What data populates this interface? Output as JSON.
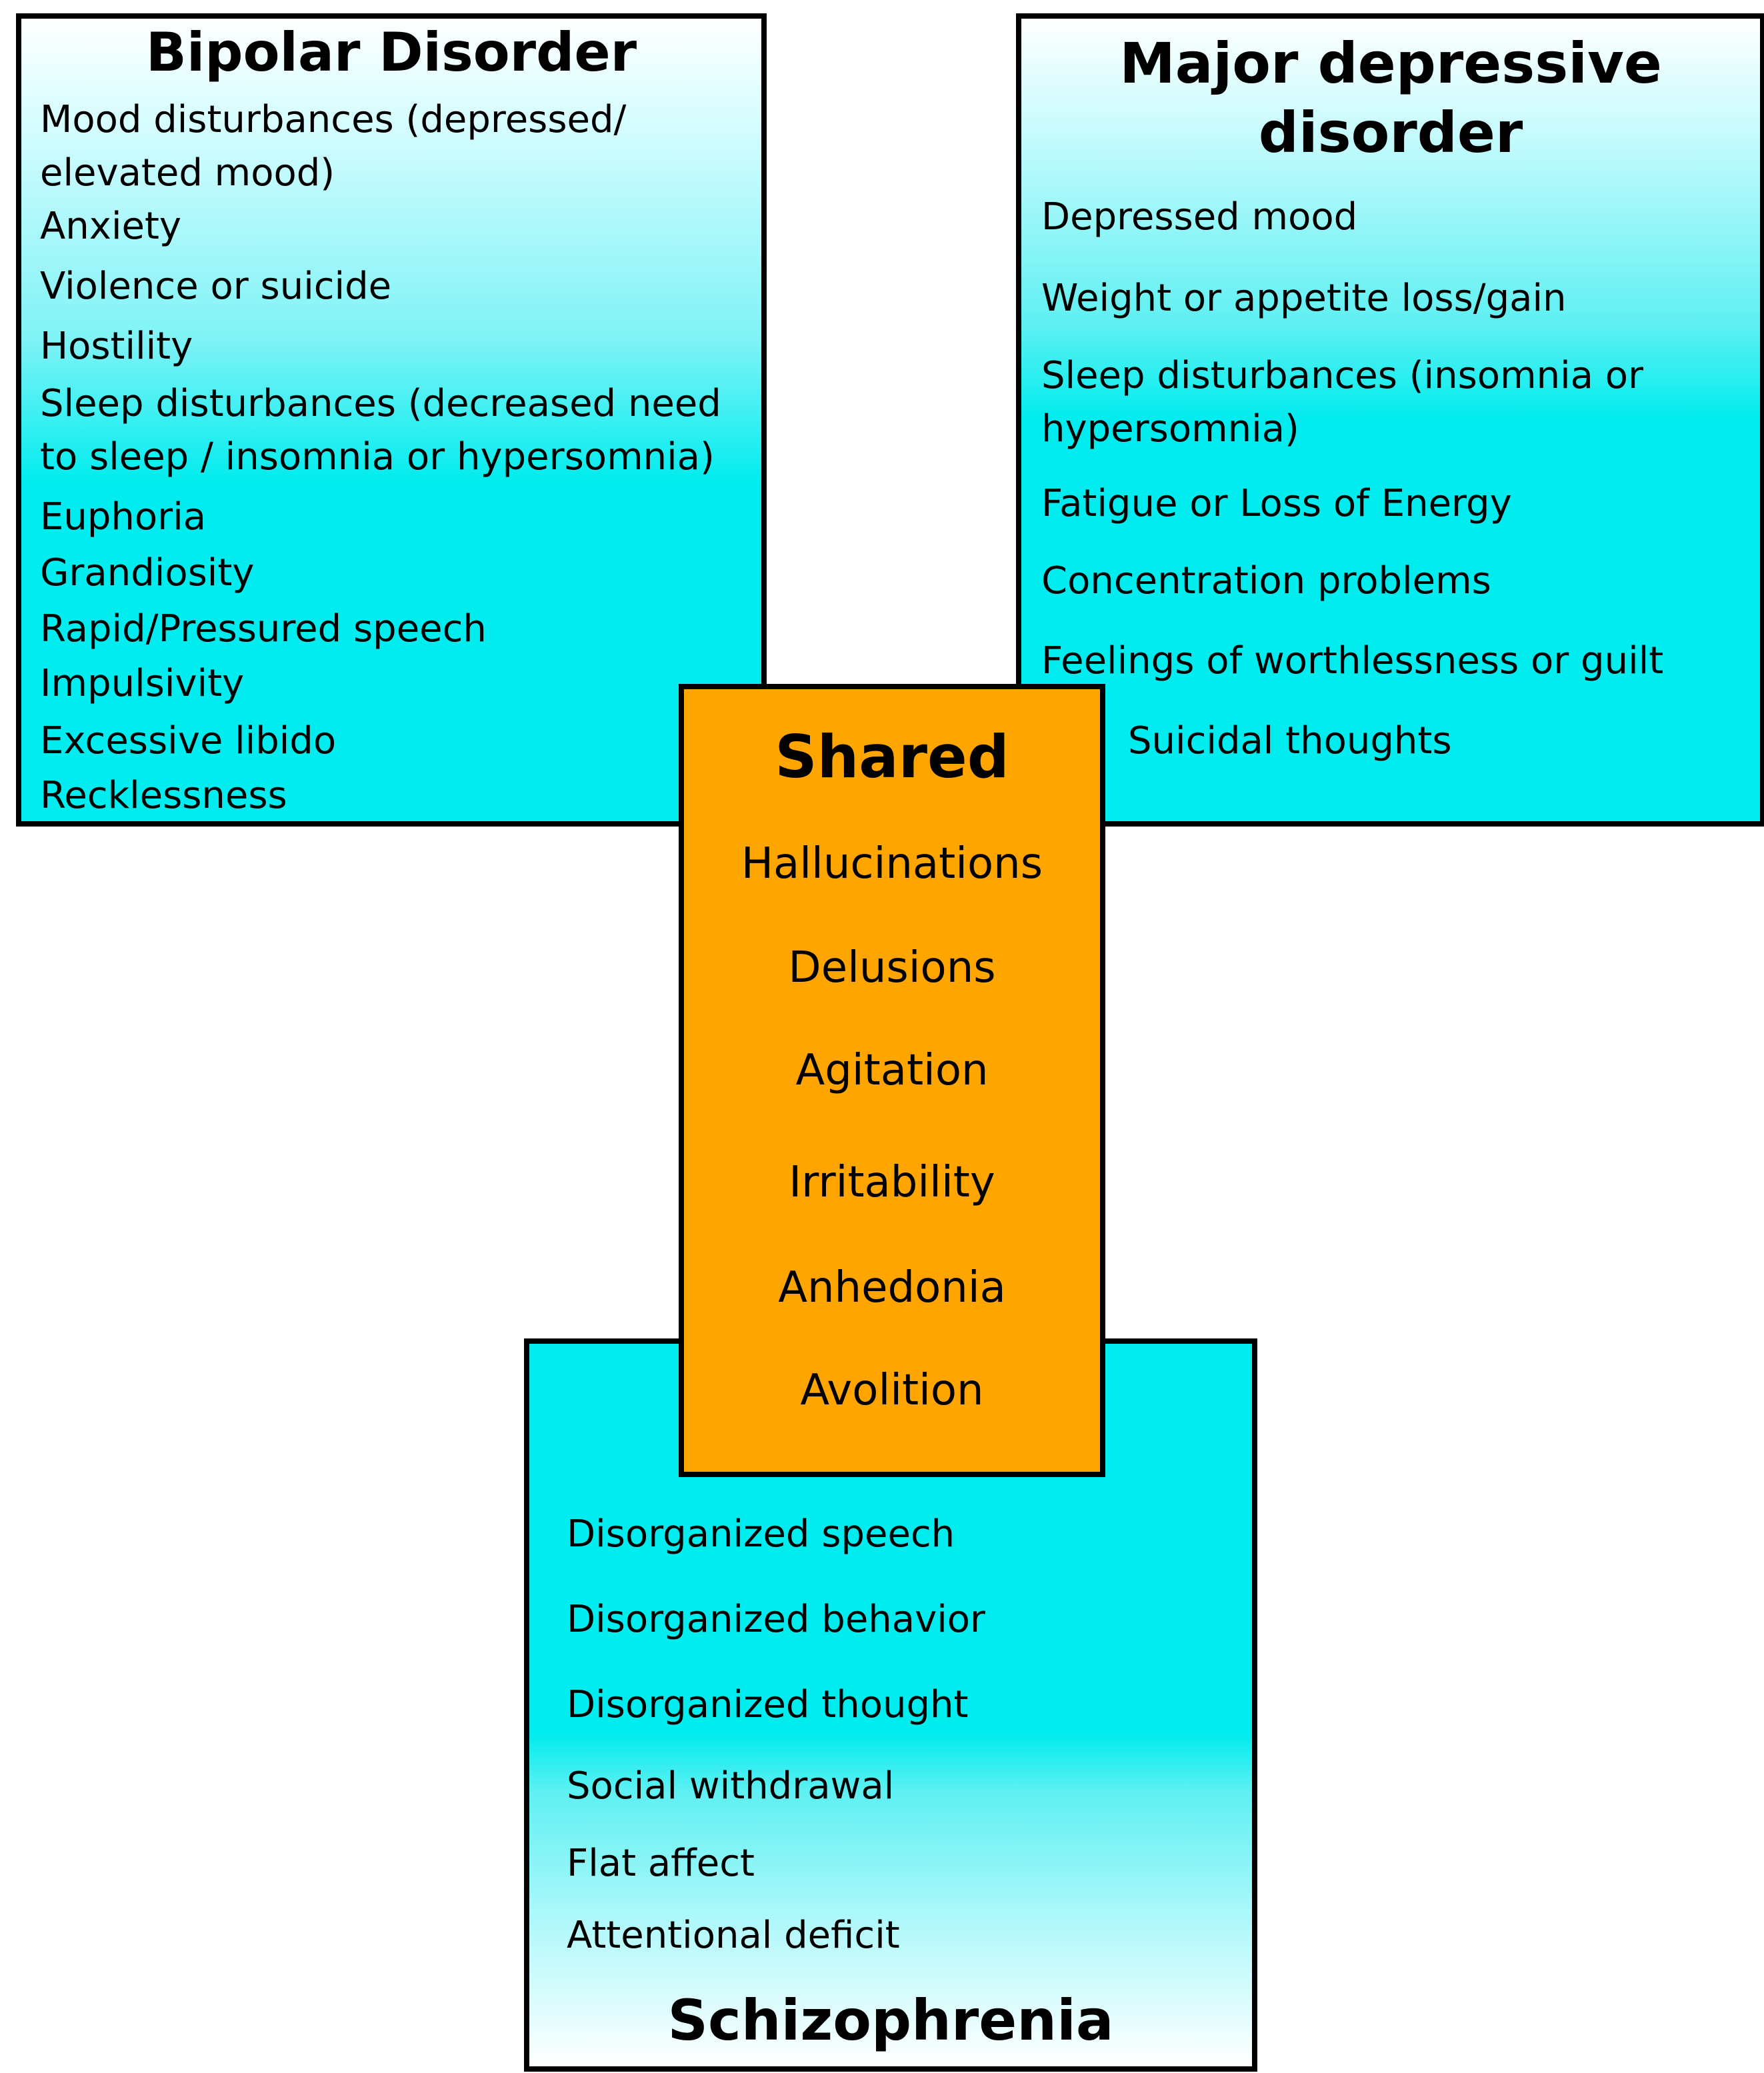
{
  "bipolar": {
    "title": "Bipolar Disorder",
    "items": [
      "Mood disturbances (depressed/",
      "elevated mood)",
      "Anxiety",
      "Violence or suicide",
      "Hostility",
      "Sleep disturbances (decreased need",
      "to sleep / insomnia or hypersomnia)",
      "Euphoria",
      "Grandiosity",
      "Rapid/Pressured speech",
      "Impulsivity",
      "Excessive libido",
      "Recklessness"
    ]
  },
  "mdd": {
    "title_line1": "Major depressive",
    "title_line2": "disorder",
    "items": [
      "Depressed mood",
      "Weight or appetite loss/gain",
      "Sleep disturbances (insomnia or",
      "hypersomnia)",
      "Fatigue or Loss of Energy",
      "Concentration problems",
      "Feelings of worthlessness or guilt",
      "Suicidal thoughts"
    ]
  },
  "shared": {
    "title": "Shared",
    "items": [
      "Hallucinations",
      "Delusions",
      "Agitation",
      "Irritability",
      "Anhedonia",
      "Avolition"
    ]
  },
  "schizophrenia": {
    "title": "Schizophrenia",
    "items": [
      "Disorganized speech",
      "Disorganized behavior",
      "Disorganized thought",
      "Social withdrawal",
      "Flat affect",
      "Attentional deficit"
    ]
  },
  "colors": {
    "cyan": "#00ecee",
    "orange": "#ffa500",
    "border": "#000000"
  }
}
